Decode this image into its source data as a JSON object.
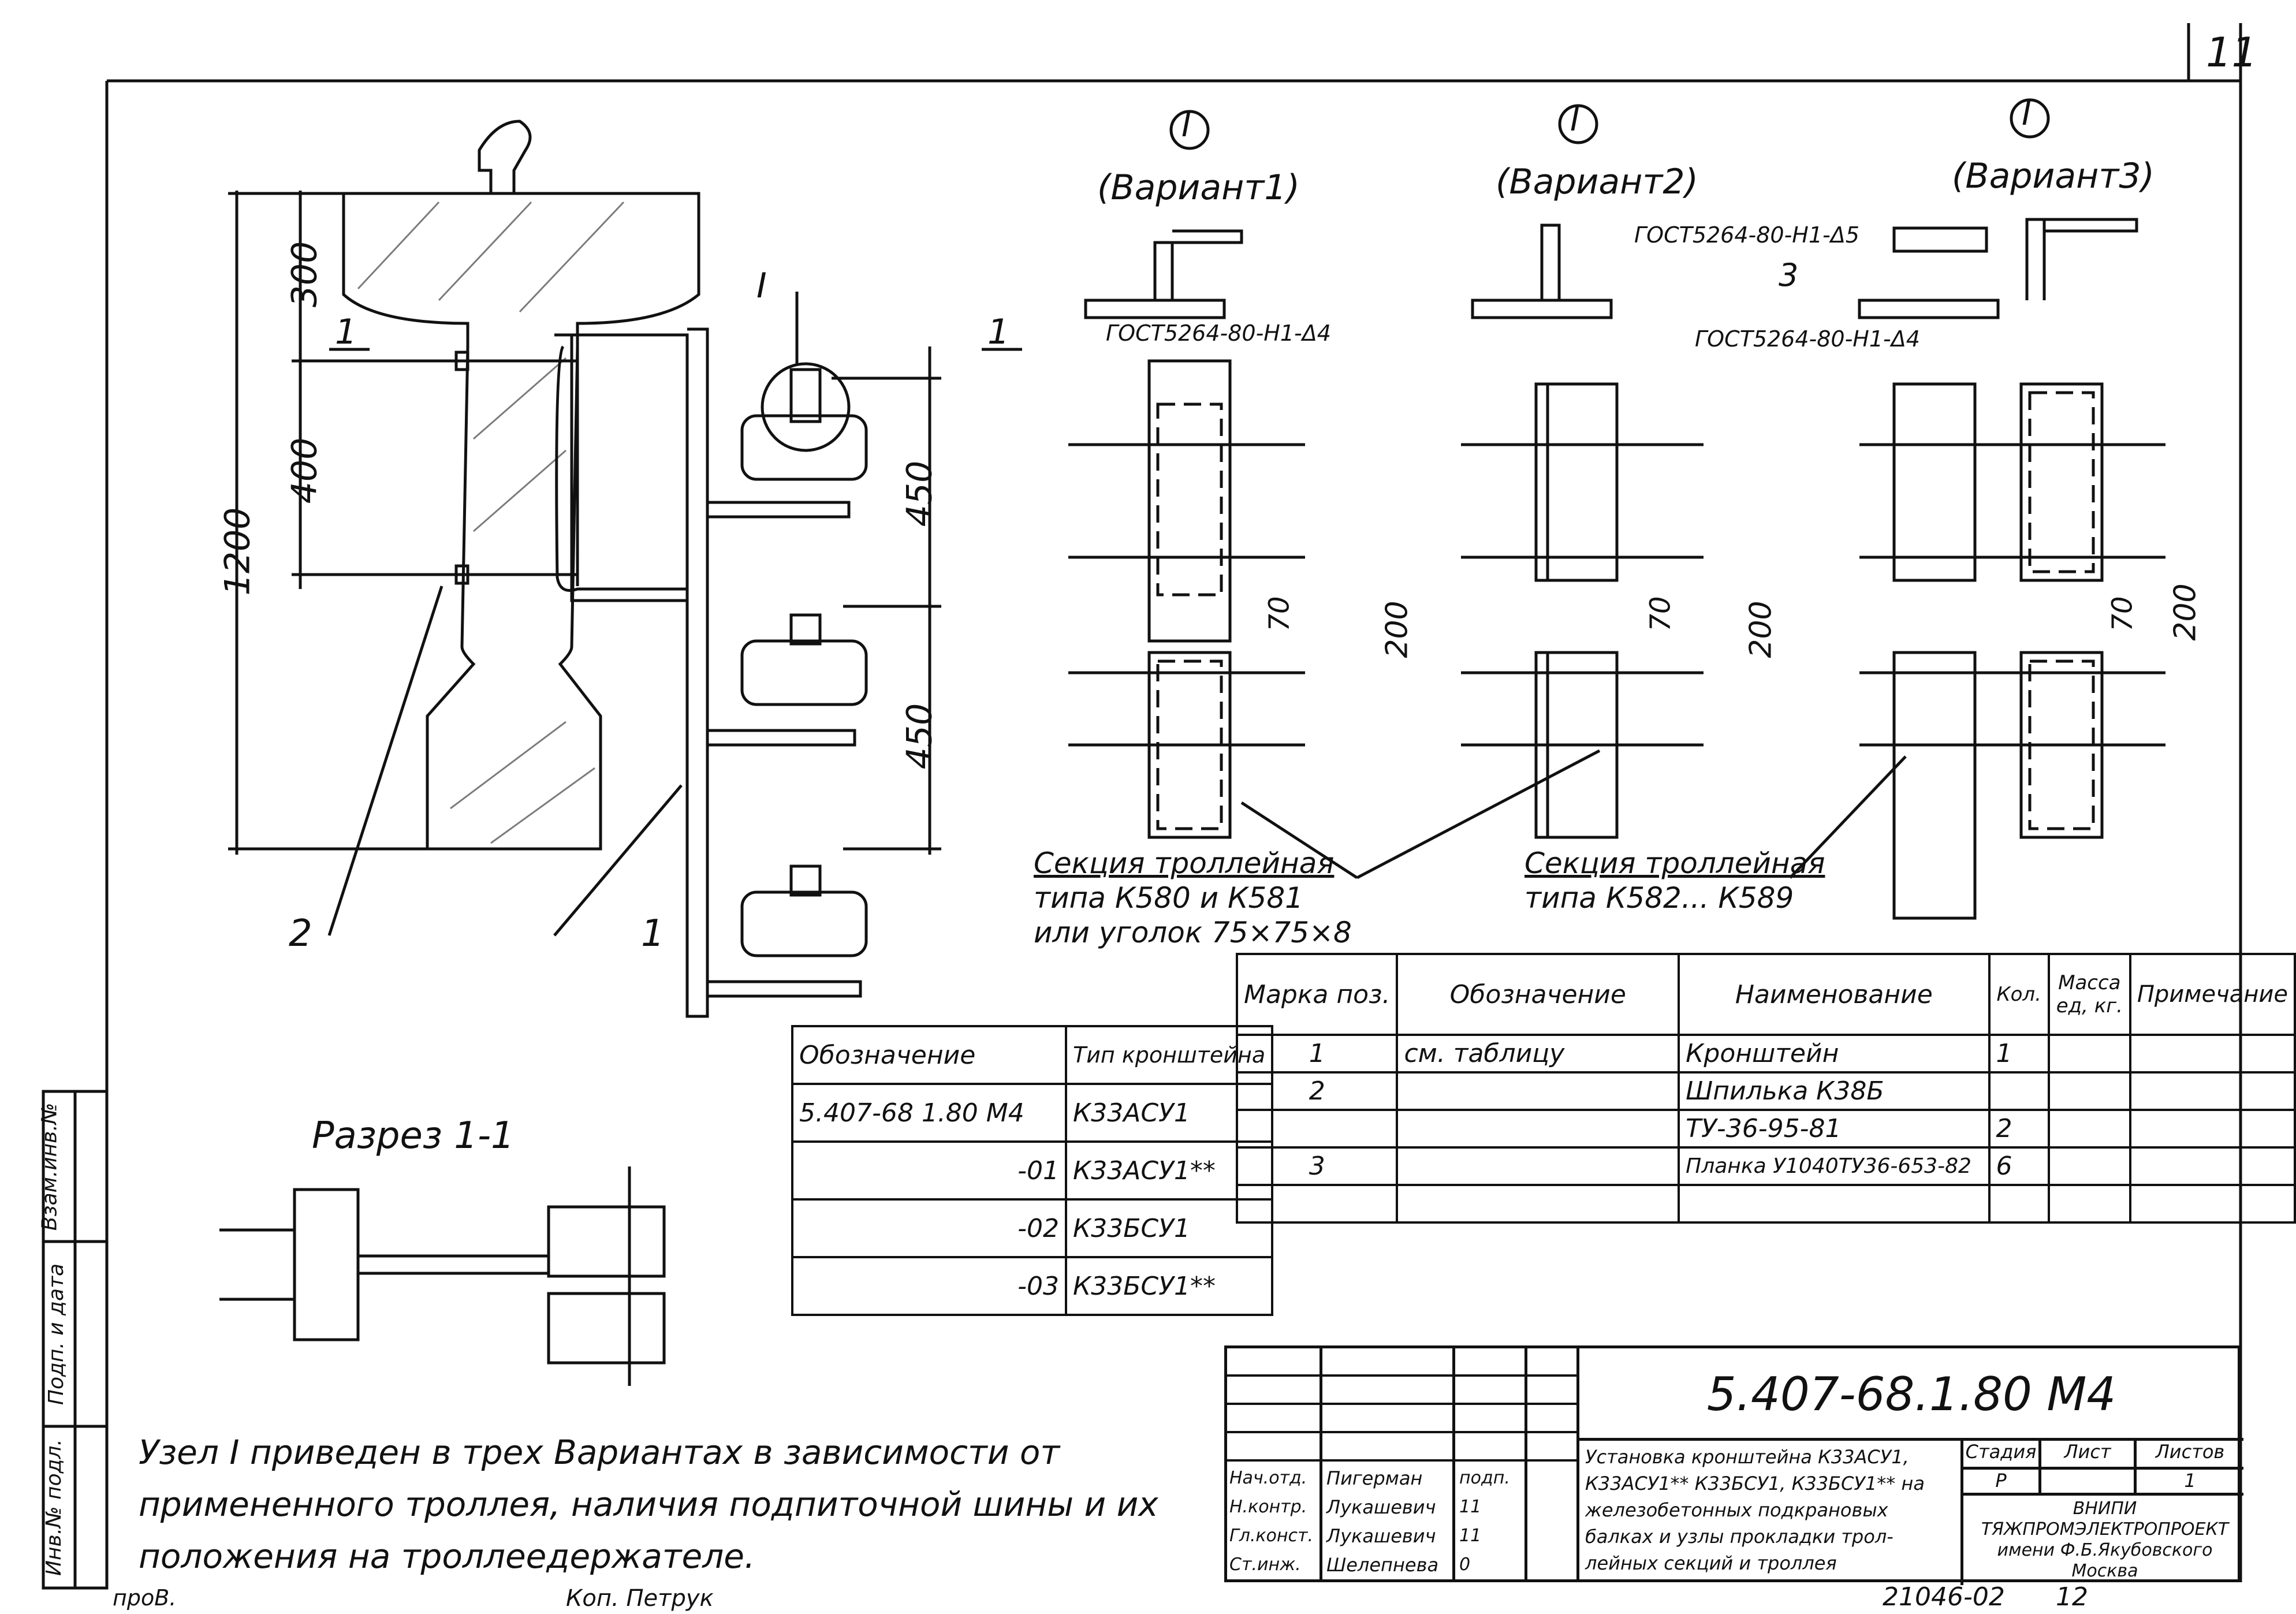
{
  "sheet": {
    "number": "11",
    "code": "5.407-68.1.80 М4",
    "archive_no": "21046-02",
    "archive_sheet": "12",
    "checked": "проВ.",
    "copied": "Коп. Петрук"
  },
  "drawing": {
    "dims_left": [
      "300",
      "400",
      "1200"
    ],
    "dims_right": [
      "450",
      "450"
    ],
    "dims_variants": [
      "70",
      "200"
    ],
    "section_mark": "1",
    "node_mark": "I",
    "callouts": [
      "1",
      "2",
      "3"
    ],
    "section_title": "Разрез 1-1"
  },
  "variants": [
    {
      "mark": "I",
      "label": "(Вариант1)",
      "weld": "ГОСТ5264-80-Н1-Δ4"
    },
    {
      "mark": "I",
      "label": "(Вариант2)",
      "weld": "ГОСТ5264-80-Н1-Δ5"
    },
    {
      "mark": "I",
      "label": "(Вариант3)",
      "weld": "ГОСТ5264-80-Н1-Δ4"
    }
  ],
  "notes": {
    "section1": [
      "Секция троллейная",
      "типа К580 и К581",
      "или уголок 75×75×8"
    ],
    "section2": [
      "Секция троллейная",
      "типа К582... К589"
    ],
    "main": [
      "Узел I приведен в трех Вариантах в зависимости от",
      "примененного троллея, наличия подпиточной шины и их",
      "положения на троллеедержателе."
    ]
  },
  "bracket_table": {
    "headers": [
      "Обозначение",
      "Тип кронштейна"
    ],
    "rows": [
      [
        "5.407-68 1.80 М4",
        "К33АСУ1"
      ],
      [
        "-01",
        "К33АСУ1**"
      ],
      [
        "-02",
        "К33БСУ1"
      ],
      [
        "-03",
        "К33БСУ1**"
      ]
    ]
  },
  "spec_table": {
    "headers": [
      "Марка поз.",
      "Обозначение",
      "Наименование",
      "Кол.",
      "Масса ед, кг.",
      "Примечание"
    ],
    "rows": [
      [
        "1",
        "см. таблицу",
        "Кронштейн",
        "1",
        "",
        ""
      ],
      [
        "2",
        "",
        "Шпилька К38Б",
        "",
        "",
        ""
      ],
      [
        "",
        "",
        "ТУ-36-95-81",
        "2",
        "",
        ""
      ],
      [
        "3",
        "",
        "Планка У1040ТУ36-653-82",
        "6",
        "",
        ""
      ]
    ]
  },
  "title_block": {
    "code": "5.407-68.1.80 М4",
    "description": [
      "Установка кронштейна К33АСУ1,",
      "К33АСУ1** К33БСУ1, К33БСУ1** на",
      "железобетонных подкрановых",
      "балках и узлы прокладки трол-",
      "лейных секций и троллея"
    ],
    "stage_label": "Стадия",
    "sheet_label": "Лист",
    "sheets_label": "Листов",
    "stage": "Р",
    "sheet": "",
    "sheets": "1",
    "org": [
      "ВНИПИ",
      "ТЯЖПРОМЭЛЕКТРОПРОЕКТ",
      "имени Ф.Б.Якубовского",
      "Москва"
    ],
    "staff": [
      {
        "role": "Нач.отд.",
        "name": "Пигерман",
        "sign": "подп."
      },
      {
        "role": "Н.контр.",
        "name": "Лукашевич",
        "sign": "11"
      },
      {
        "role": "Гл.конст.",
        "name": "Лукашевич",
        "sign": "11"
      },
      {
        "role": "Ст.инж.",
        "name": "Шелепнева",
        "sign": "0"
      }
    ]
  },
  "side_stamp": [
    "Инв.№ подл.",
    "Подп. и дата",
    "Взам.инв.№"
  ]
}
